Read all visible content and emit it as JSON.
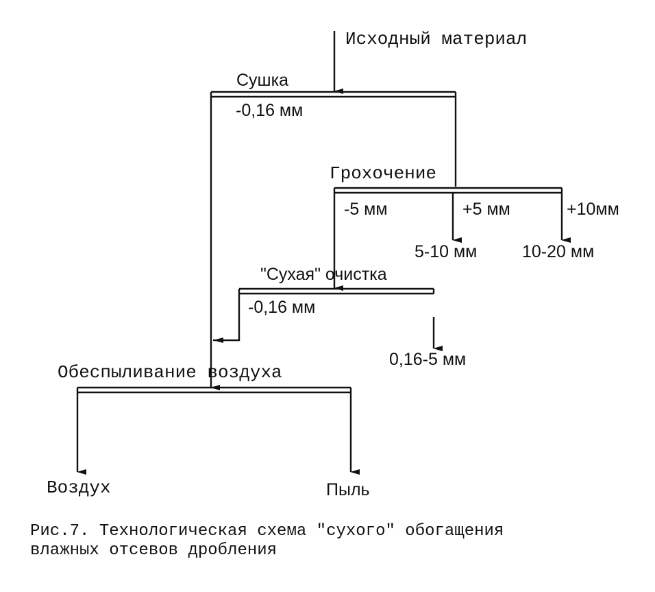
{
  "input": "Исходный материал",
  "drying": {
    "operation": "Сушка",
    "fine": "-0,16 мм"
  },
  "screening": {
    "operation": "Грохочение",
    "minus5": "-5 мм",
    "plus5": "+5 мм",
    "plus10": "+10мм",
    "product_5_10": "5-10 мм",
    "product_10_20": "10-20 мм"
  },
  "dry_cleaning": {
    "operation": "\"Сухая\" очистка",
    "fine": "-0,16 мм",
    "product": "0,16-5 мм"
  },
  "dedusting": {
    "operation": "Обеспыливание воздуха",
    "air": "Воздух",
    "dust": "Пыль"
  },
  "caption": {
    "line1": "Рис.7. Технологическая схема \"сухого\" обогащения",
    "line2": "влажных отсевов дробления"
  }
}
